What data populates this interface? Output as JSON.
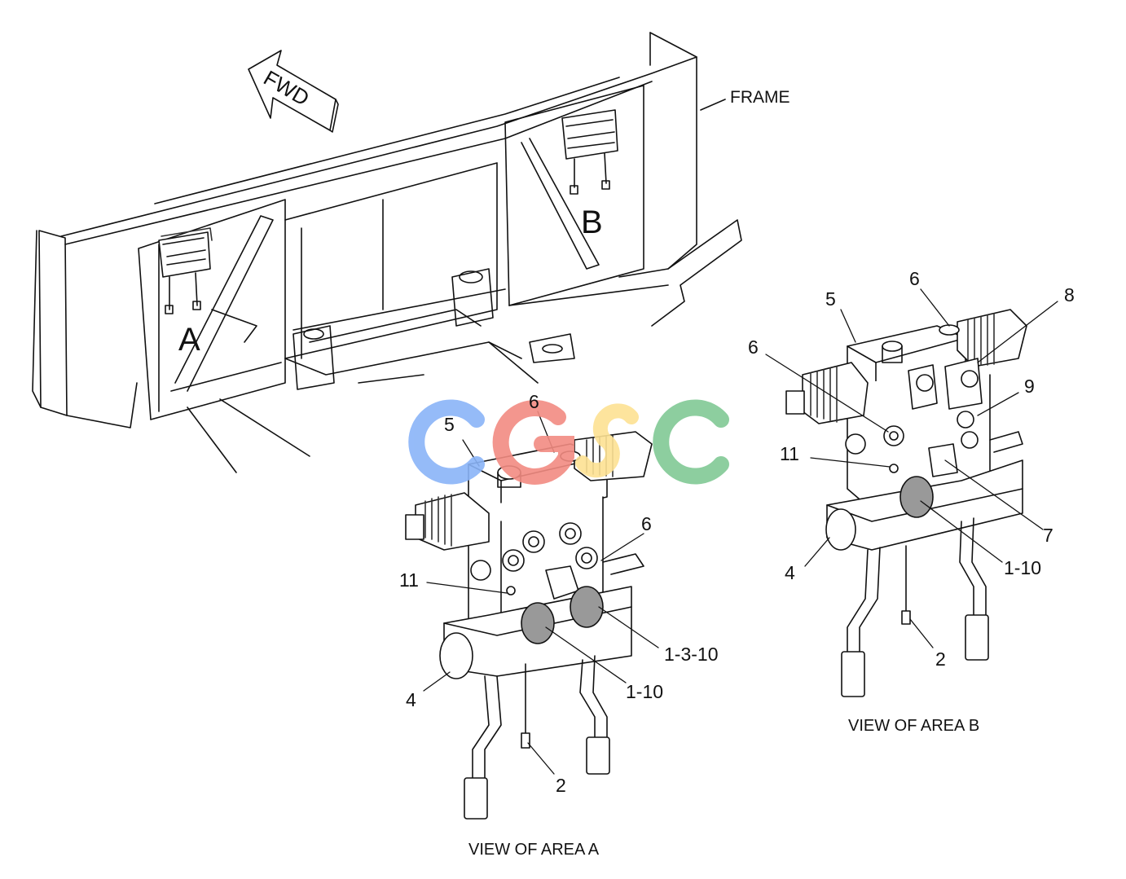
{
  "arrow_label": "FWD",
  "frame_label": "FRAME",
  "area_labels": {
    "a": "A",
    "b": "B"
  },
  "watermark": {
    "text": "CGSC",
    "colors": [
      "#8ab4f8",
      "#f28b82",
      "#fde293",
      "#81c995"
    ]
  },
  "view_a": {
    "caption": "VIEW OF AREA A",
    "callouts": {
      "c5": "5",
      "c6_top": "6",
      "c6_side": "6",
      "c11": "11",
      "c4": "4",
      "c2": "2",
      "c1_10": "1-10",
      "c1_3_10": "1-3-10"
    }
  },
  "view_b": {
    "caption": "VIEW OF AREA B",
    "callouts": {
      "c5": "5",
      "c6_top": "6",
      "c6_left": "6",
      "c8": "8",
      "c9": "9",
      "c11": "11",
      "c7": "7",
      "c1_10": "1-10",
      "c4": "4",
      "c2": "2"
    }
  },
  "line_color": "#111111",
  "shade_color": "#333333"
}
